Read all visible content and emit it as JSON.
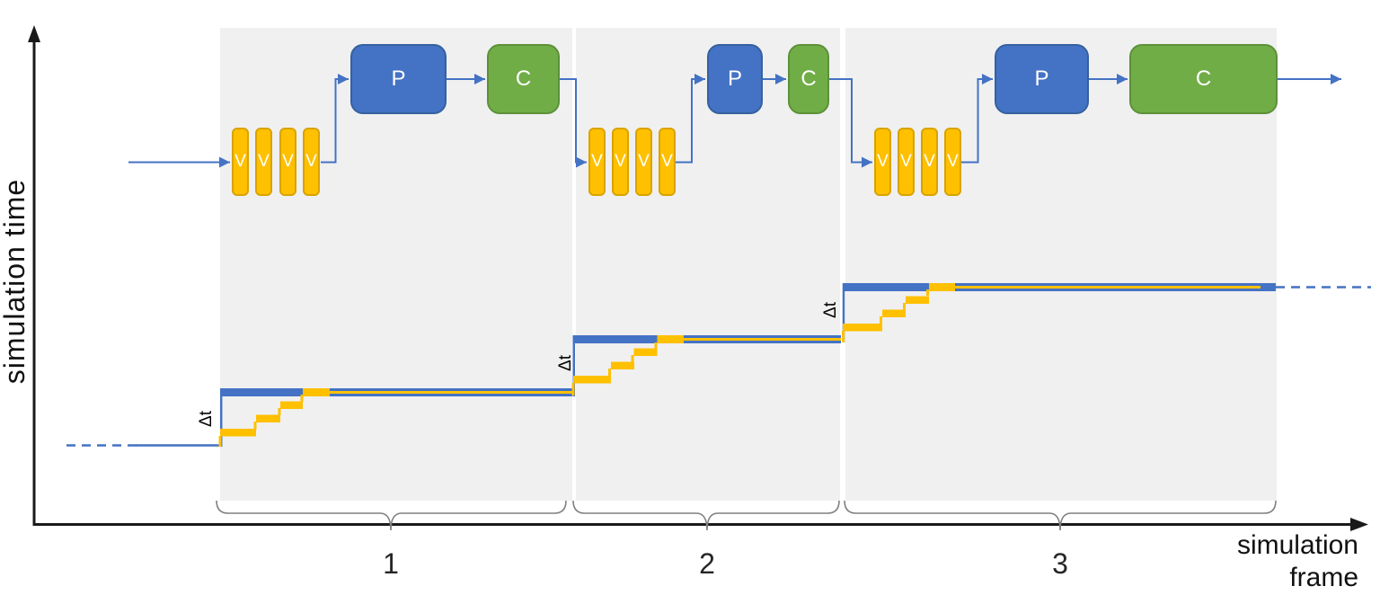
{
  "axes": {
    "y_label": "simulation time",
    "x_label_line1": "simulation",
    "x_label_line2": "frame"
  },
  "colors": {
    "flow_blue": "#4472C4",
    "block_blue": "#4472C4",
    "block_green": "#70AD47",
    "block_yellow": "#FFC000",
    "yellow_border": "#D9A300",
    "panel_gray": "#F0F0F0",
    "axis_black": "#1A1A1A",
    "brace_gray": "#808080"
  },
  "frames": [
    {
      "number": "1",
      "v_label": "V",
      "p_label": "P",
      "c_label": "C",
      "dt_label": "Δt"
    },
    {
      "number": "2",
      "v_label": "V",
      "p_label": "P",
      "c_label": "C",
      "dt_label": "Δt"
    },
    {
      "number": "3",
      "v_label": "V",
      "p_label": "P",
      "c_label": "C",
      "dt_label": "Δt"
    }
  ]
}
